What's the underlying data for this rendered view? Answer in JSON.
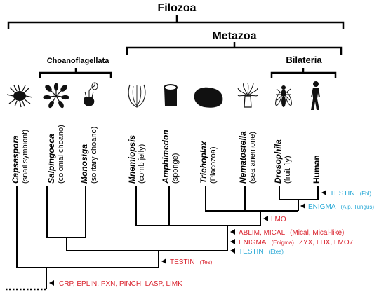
{
  "colors": {
    "red": "#d9232e",
    "blue": "#29a9d6",
    "black": "#000000"
  },
  "groups": {
    "filozoa": "Filozoa",
    "metazoa": "Metazoa",
    "choanoflagellata": "Choanoflagellata",
    "bilateria": "Bilateria"
  },
  "taxa": [
    {
      "name": "Capsaspora",
      "common": "(snail symbiont)",
      "icon": "capsaspora-icon"
    },
    {
      "name": "Salpingoeca",
      "common": "(colonial choano)",
      "icon": "salpingoeca-icon"
    },
    {
      "name": "Monosiga",
      "common": "(solitary choano)",
      "icon": "monosiga-icon"
    },
    {
      "name": "Mnemiopsis",
      "common": "(comb jelly)",
      "icon": "comb-jelly-icon"
    },
    {
      "name": "Amphimedon",
      "common": "(sponge)",
      "icon": "sponge-icon"
    },
    {
      "name": "Trichoplax",
      "common": "(Placozoa)",
      "icon": "placozoa-icon"
    },
    {
      "name": "Nematostella",
      "common": "(sea anemone)",
      "icon": "sea-anemone-icon"
    },
    {
      "name": "Drosophila",
      "common": "(fruit fly)",
      "icon": "fruit-fly-icon"
    },
    {
      "name": "Human",
      "common": "",
      "icon": "human-icon"
    }
  ],
  "annotations": {
    "testin_fhl": {
      "main": "TESTIN",
      "sub": "(Fhl)"
    },
    "enigma_alp": {
      "main": "ENIGMA",
      "sub": "(Alp, Tungus)"
    },
    "lmo": {
      "main": "LMO"
    },
    "ablim": {
      "main": "ABLIM, MICAL",
      "rest": "(Mical, Mical-like)"
    },
    "enigma_zyx": {
      "main": "ENIGMA",
      "sub": "(Enigma)",
      "rest": "ZYX, LHX, LMO7"
    },
    "testin_etes": {
      "main": "TESTIN",
      "sub": "(Etes)"
    },
    "testin_tes": {
      "main": "TESTIN",
      "sub": "(Tes)"
    },
    "root": {
      "main": "CRP, EPLIN, PXN, PINCH, LASP, LIMK"
    }
  }
}
